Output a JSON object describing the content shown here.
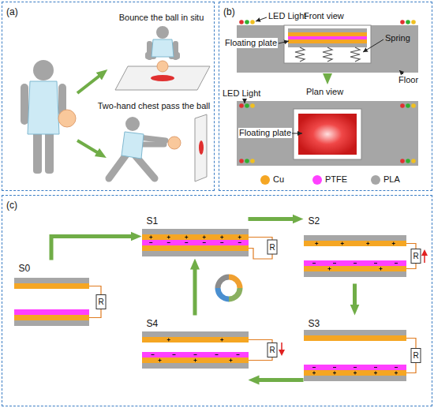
{
  "diagram": {
    "nodes": [
      {
        "text": [
          "(a)"
        ]
      },
      {
        "text": [
          "Bounce the ball in situ"
        ],
        "in": 0
      },
      {
        "text": [
          "Two-hand chest pass the ball"
        ],
        "in": 0
      },
      {
        "text": [
          "(b)"
        ]
      },
      {
        "text": [
          "(c)"
        ]
      },
      {
        "text": [
          "S0"
        ],
        "in": 4
      },
      {
        "text": [
          "S1"
        ],
        "in": 4
      },
      {
        "text": [
          "S2"
        ],
        "in": 4
      },
      {
        "text": [
          "S3"
        ],
        "in": 4
      },
      {
        "text": [
          "S4"
        ],
        "in": 4
      }
    ],
    "edges": [
      {
        "from": 5,
        "to": 6,
        "arrow": "to"
      },
      {
        "from": 6,
        "to": 7,
        "arrow": "to"
      },
      {
        "from": 7,
        "to": 8,
        "arrow": "to"
      },
      {
        "from": 8,
        "to": 9,
        "arrow": "to"
      },
      {
        "from": 9,
        "to": 6,
        "arrow": "to"
      }
    ],
    "labels": [
      "Front view",
      "LED Light",
      "Spring",
      "Floating plate",
      "Floor",
      "Plan view",
      "LED Light",
      "Floating plate",
      "R",
      "R",
      "R",
      "R",
      "R"
    ],
    "legend": [
      {
        "text": "Cu",
        "color": "#f5a623"
      },
      {
        "text": "PTFE",
        "color": "#ff40ff"
      },
      {
        "text": "PLA",
        "color": "#a6a6a6"
      }
    ]
  }
}
